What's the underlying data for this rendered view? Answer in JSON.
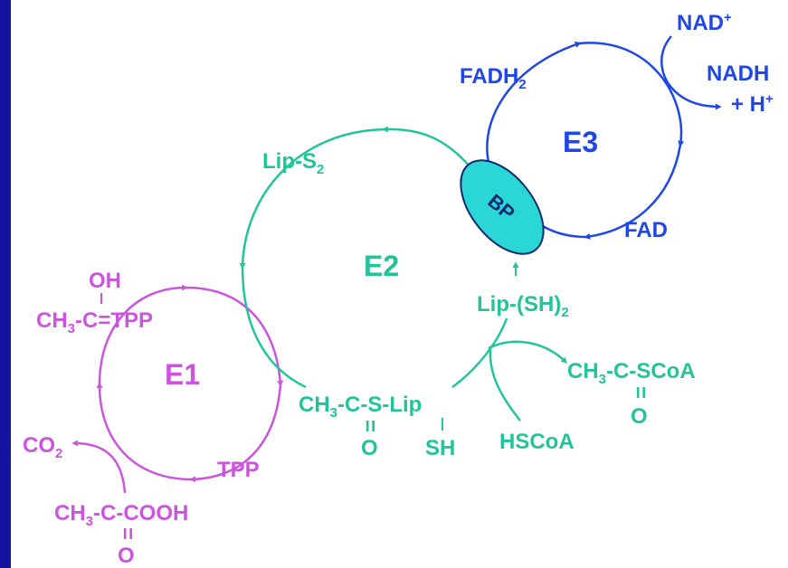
{
  "colors": {
    "border": "#1414a0",
    "e1": "#cc55dd",
    "e2": "#22c49a",
    "e3": "#1f46e6",
    "bp_fill": "#2ad6d6",
    "bp_stroke": "#0b2a6e"
  },
  "e1": {
    "enzyme": "E1",
    "oh": "OH",
    "ch3": "CH",
    "ch3_sub": "3",
    "c_tpp": "-C=TPP",
    "tpp": "TPP",
    "co2": "CO",
    "co2_sub": "2",
    "pyr_ch3": "CH",
    "pyr_sub": "3",
    "pyr_rest": "-C-COOH",
    "pyr_dbl": "=",
    "pyr_o": "O"
  },
  "e2": {
    "enzyme": "E2",
    "lip_s2": "Lip-S",
    "lip_s2_sub": "2",
    "lip_sh2": "Lip-(SH)",
    "lip_sh2_sub": "2",
    "acyl_ch3": "CH",
    "acyl_sub": "3",
    "acyl_rest": "-C-S-Lip",
    "acyl_dbl": "=",
    "acyl_o": "O",
    "acyl_sh": "SH",
    "hscoa": "HSCoA",
    "accoa_ch3": "CH",
    "accoa_sub": "3",
    "accoa_rest": "-C-SCoA",
    "accoa_dbl": "=",
    "accoa_o": "O"
  },
  "e3": {
    "enzyme": "E3",
    "fadh": "FADH",
    "fadh_sub": "2",
    "fad": "FAD",
    "nad": "NAD",
    "nad_sup": "+",
    "nadh": "NADH",
    "h_plus": "+ H",
    "h_sup": "+"
  },
  "bp": {
    "label": "BP"
  }
}
